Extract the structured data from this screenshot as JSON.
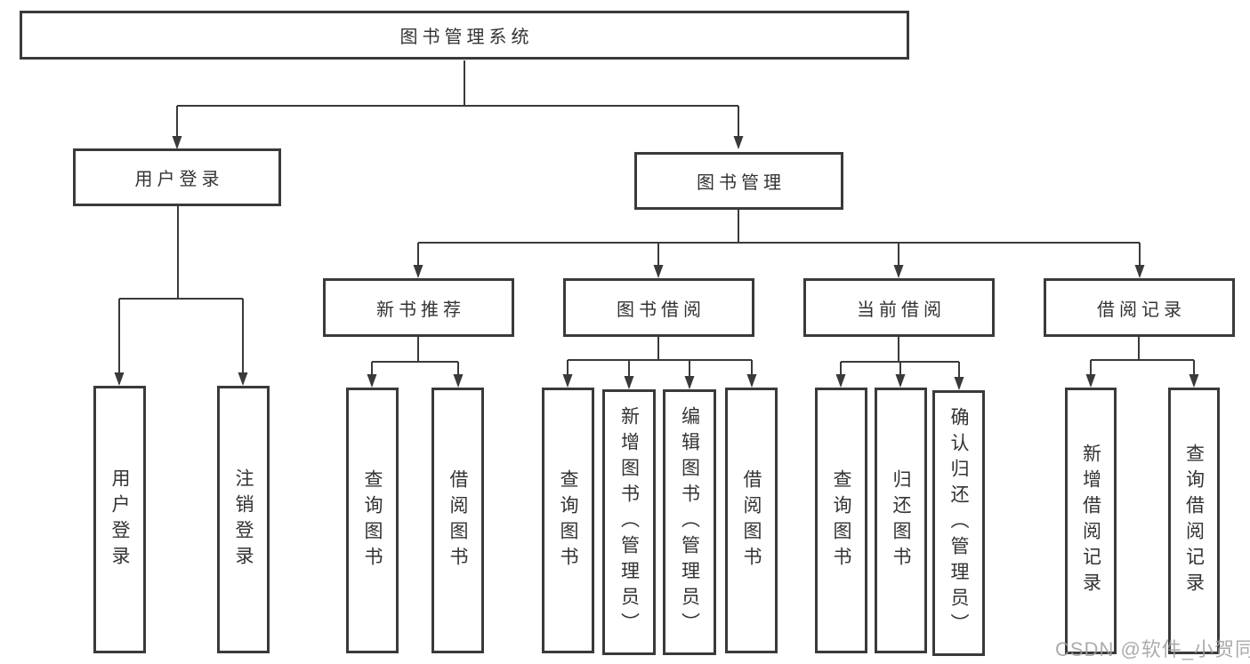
{
  "diagram_type": "hierarchy-org-chart",
  "tree": {
    "label": "图书管理系统",
    "children": [
      {
        "label": "用户登录",
        "children": [
          {
            "label": "用户登录"
          },
          {
            "label": "注销登录"
          }
        ]
      },
      {
        "label": "图书管理",
        "children": [
          {
            "label": "新书推荐",
            "children": [
              {
                "label": "查询图书"
              },
              {
                "label": "借阅图书"
              }
            ]
          },
          {
            "label": "图书借阅",
            "children": [
              {
                "label": "查询图书"
              },
              {
                "label": "新增图书（管理员）"
              },
              {
                "label": "编辑图书（管理员）"
              },
              {
                "label": "借阅图书"
              }
            ]
          },
          {
            "label": "当前借阅",
            "children": [
              {
                "label": "查询图书"
              },
              {
                "label": "归还图书"
              },
              {
                "label": "确认归还（管理员）"
              }
            ]
          },
          {
            "label": "借阅记录",
            "children": [
              {
                "label": "新增借阅记录"
              },
              {
                "label": "查询借阅记录"
              }
            ]
          }
        ]
      }
    ]
  },
  "watermark": {
    "text": "CSDN @软件_小贺同学"
  },
  "colors": {
    "background": "#ffffff",
    "box_border": "#3a3a3a",
    "line": "#3a3a3a",
    "text": "#333333",
    "watermark": "#9e9e9e"
  }
}
